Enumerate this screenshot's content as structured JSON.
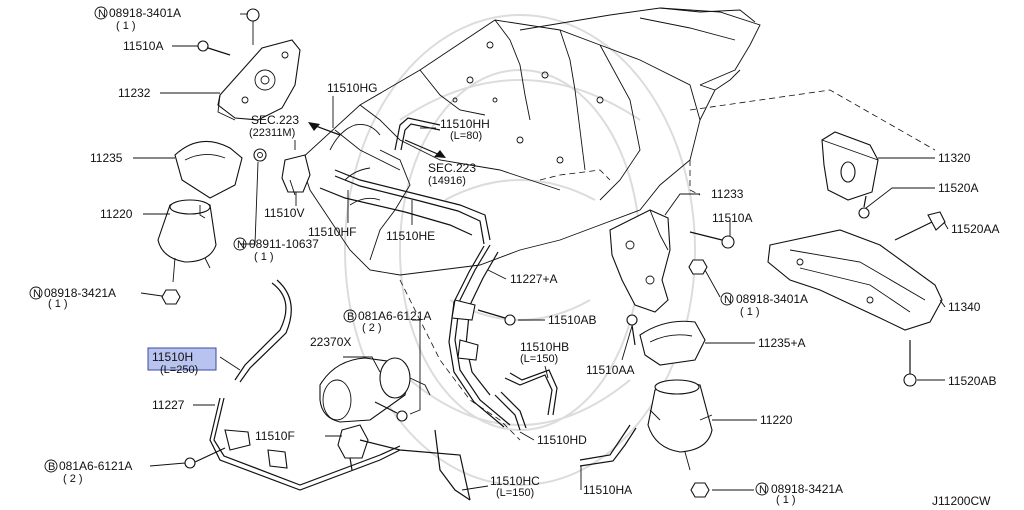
{
  "diagram": {
    "code": "J11200CW",
    "highlight_color": "#b8c3ef",
    "labels": {
      "n08918_3401A_top": "08918-3401A",
      "n08918_3401A_top_qty": "( 1 )",
      "p11510A_top": "11510A",
      "p11232": "11232",
      "p11235": "11235",
      "p11220_left": "11220",
      "n08911_10637": "08911-10637",
      "n08911_10637_qty": "( 1 )",
      "n08918_3421A_left": "08918-3421A",
      "n08918_3421A_left_qty": "( 1 )",
      "p11510H": "11510H",
      "p11510H_len": "(L=250)",
      "p11227": "11227",
      "b081A6_6121A_left": "081A6-6121A",
      "b081A6_6121A_left_qty": "( 2 )",
      "p11510HG": "11510HG",
      "sec223_a": "SEC.223",
      "sec223_a_ref": "(22311M)",
      "p11510HH": "11510HH",
      "p11510HH_len": "(L=80)",
      "sec223_b": "SEC.223",
      "sec223_b_ref": "(14916)",
      "p11510V": "11510V",
      "p11510HF": "11510HF",
      "p11510HE": "11510HE",
      "b081A6_6121A_mid": "081A6-6121A",
      "b081A6_6121A_mid_qty": "( 2 )",
      "p22370X": "22370X",
      "p11510F": "11510F",
      "p11510HC": "11510HC",
      "p11510HC_len": "(L=150)",
      "p11510HD": "11510HD",
      "p11510HB": "11510HB",
      "p11510HB_len": "(L=150)",
      "p11510AB": "11510AB",
      "p11227A": "11227+A",
      "p11233": "11233",
      "p11510A_mid": "11510A",
      "n08918_3401A_mid": "08918-3401A",
      "n08918_3401A_mid_qty": "( 1 )",
      "p11510AA": "11510AA",
      "p11235A": "11235+A",
      "p11220_right": "11220",
      "p11510HA": "11510HA",
      "n08918_3421A_right": "08918-3421A",
      "n08918_3421A_right_qty": "( 1 )",
      "p11320": "11320",
      "p11520A": "11520A",
      "p11520AA": "11520AA",
      "p11340": "11340",
      "p11520AB": "11520AB"
    }
  }
}
